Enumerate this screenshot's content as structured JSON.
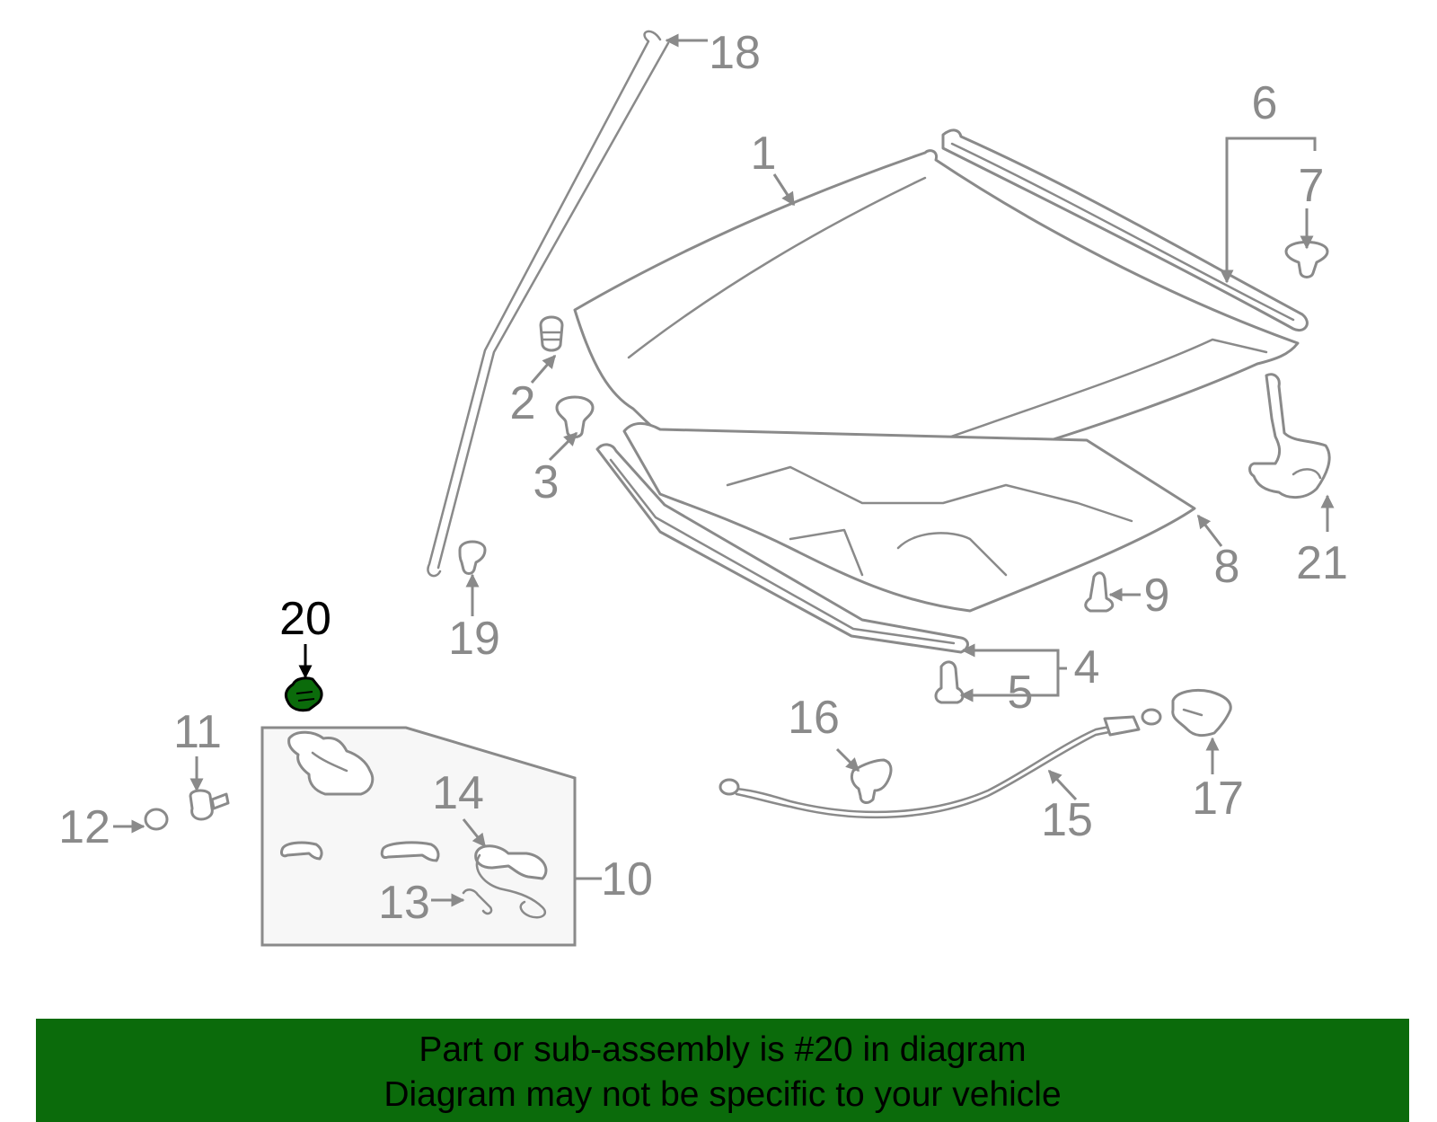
{
  "diagram": {
    "highlighted_part": "20",
    "highlight_color": "#0b6b0b",
    "line_color": "#8a8a8a",
    "callouts": [
      "1",
      "2",
      "3",
      "4",
      "5",
      "6",
      "7",
      "8",
      "9",
      "10",
      "11",
      "12",
      "13",
      "14",
      "15",
      "16",
      "17",
      "18",
      "19",
      "20",
      "21"
    ]
  },
  "banner": {
    "line1": "Part or sub-assembly is #20 in diagram",
    "line2": "Diagram may not be specific to your vehicle",
    "background": "#0b6b0b"
  }
}
